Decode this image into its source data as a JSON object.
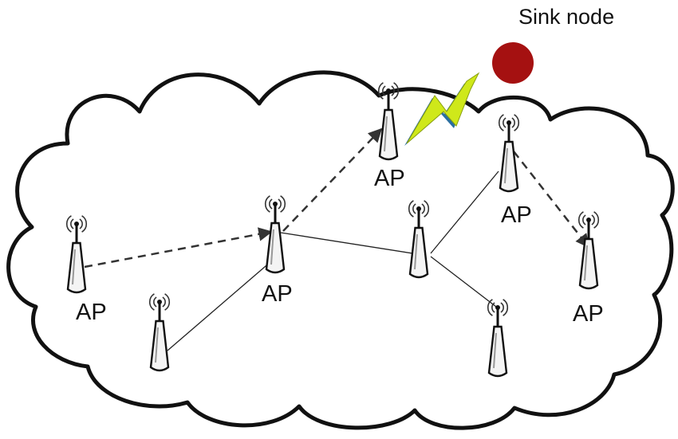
{
  "diagram": {
    "sink": {
      "label": "Sink node",
      "color": "#a51111"
    },
    "access_point_label": "AP",
    "colors": {
      "outline": "#111111",
      "dashed_link": "#333333",
      "solid_link": "#222222",
      "bolt_fill": "#cfe81a",
      "bolt_edge": "#2b6fa0",
      "antenna_body": "#f4f4f4"
    },
    "nodes": [
      {
        "id": "n1",
        "role": "AP",
        "label": "AP"
      },
      {
        "id": "n2",
        "role": "AP",
        "label": "AP"
      },
      {
        "id": "n3",
        "role": "AP",
        "label": "AP"
      },
      {
        "id": "n4",
        "role": "AP",
        "label": "AP"
      },
      {
        "id": "n5",
        "role": "AP",
        "label": "AP"
      },
      {
        "id": "n6",
        "role": "sensor",
        "label": ""
      },
      {
        "id": "n7",
        "role": "sensor",
        "label": ""
      },
      {
        "id": "n8",
        "role": "sensor",
        "label": ""
      }
    ],
    "links": [
      {
        "from": "n1",
        "to": "n2",
        "style": "dashed",
        "arrow": true
      },
      {
        "from": "n2",
        "to": "n3",
        "style": "dashed",
        "arrow": true
      },
      {
        "from": "n4",
        "to": "n5",
        "style": "dashed",
        "arrow": true
      },
      {
        "from": "n6",
        "to": "n2",
        "style": "solid",
        "arrow": false
      },
      {
        "from": "n2",
        "to": "n7",
        "style": "solid",
        "arrow": false
      },
      {
        "from": "n7",
        "to": "n4",
        "style": "solid",
        "arrow": false
      },
      {
        "from": "n7",
        "to": "n8",
        "style": "solid",
        "arrow": false
      }
    ],
    "wireless_link": {
      "from": "n3",
      "to": "sink"
    }
  }
}
